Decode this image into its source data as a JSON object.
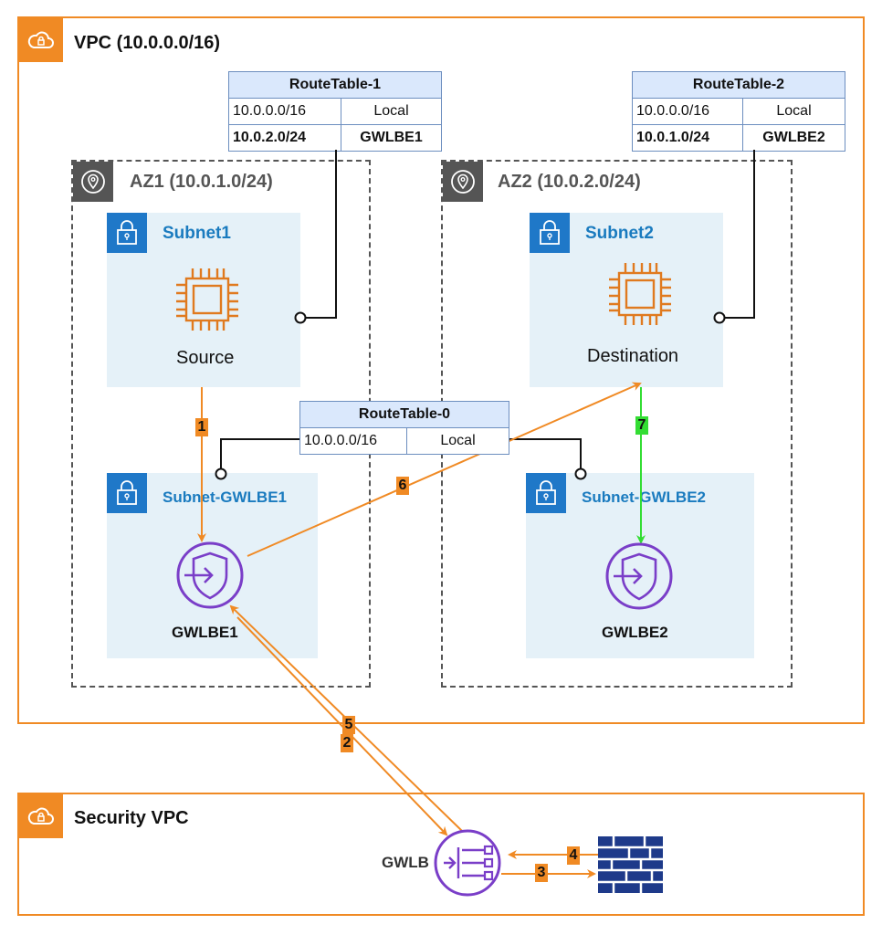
{
  "vpc": {
    "title": "VPC (10.0.0.0/16)"
  },
  "security_vpc": {
    "title": "Security VPC"
  },
  "az1": {
    "title": "AZ1 (10.0.1.0/24)"
  },
  "az2": {
    "title": "AZ2 (10.0.2.0/24)"
  },
  "subnets": {
    "subnet1": "Subnet1",
    "subnet2": "Subnet2",
    "gwlbe1": "Subnet-GWLBE1",
    "gwlbe2": "Subnet-GWLBE2"
  },
  "nodes": {
    "source": "Source",
    "destination": "Destination",
    "gwlbe1": "GWLBE1",
    "gwlbe2": "GWLBE2",
    "gwlb": "GWLB"
  },
  "route_tables": {
    "rt1": {
      "title": "RouteTable-1",
      "rows": [
        [
          "10.0.0.0/16",
          "Local"
        ],
        [
          "10.0.2.0/24",
          "GWLBE1"
        ]
      ]
    },
    "rt2": {
      "title": "RouteTable-2",
      "rows": [
        [
          "10.0.0.0/16",
          "Local"
        ],
        [
          "10.0.1.0/24",
          "GWLBE2"
        ]
      ]
    },
    "rt0": {
      "title": "RouteTable-0",
      "rows": [
        [
          "10.0.0.0/16",
          "Local"
        ]
      ]
    }
  },
  "steps": [
    "1",
    "2",
    "3",
    "4",
    "5",
    "6",
    "7"
  ],
  "colors": {
    "aws_orange": "#f08a24",
    "subnet_blue": "#1f78c8",
    "subnet_fill": "#e5f1f8",
    "endpoint_purple": "#7a3ec8",
    "ec2_orange": "#e07a1f",
    "firewall_navy": "#1e3a8a",
    "flow_green": "#33dd33",
    "table_header": "#dae8fc"
  },
  "icons": [
    "cloud-lock-icon",
    "location-pin-icon",
    "padlock-icon",
    "chip-icon",
    "endpoint-shield-icon",
    "load-balancer-icon",
    "firewall-icon"
  ]
}
